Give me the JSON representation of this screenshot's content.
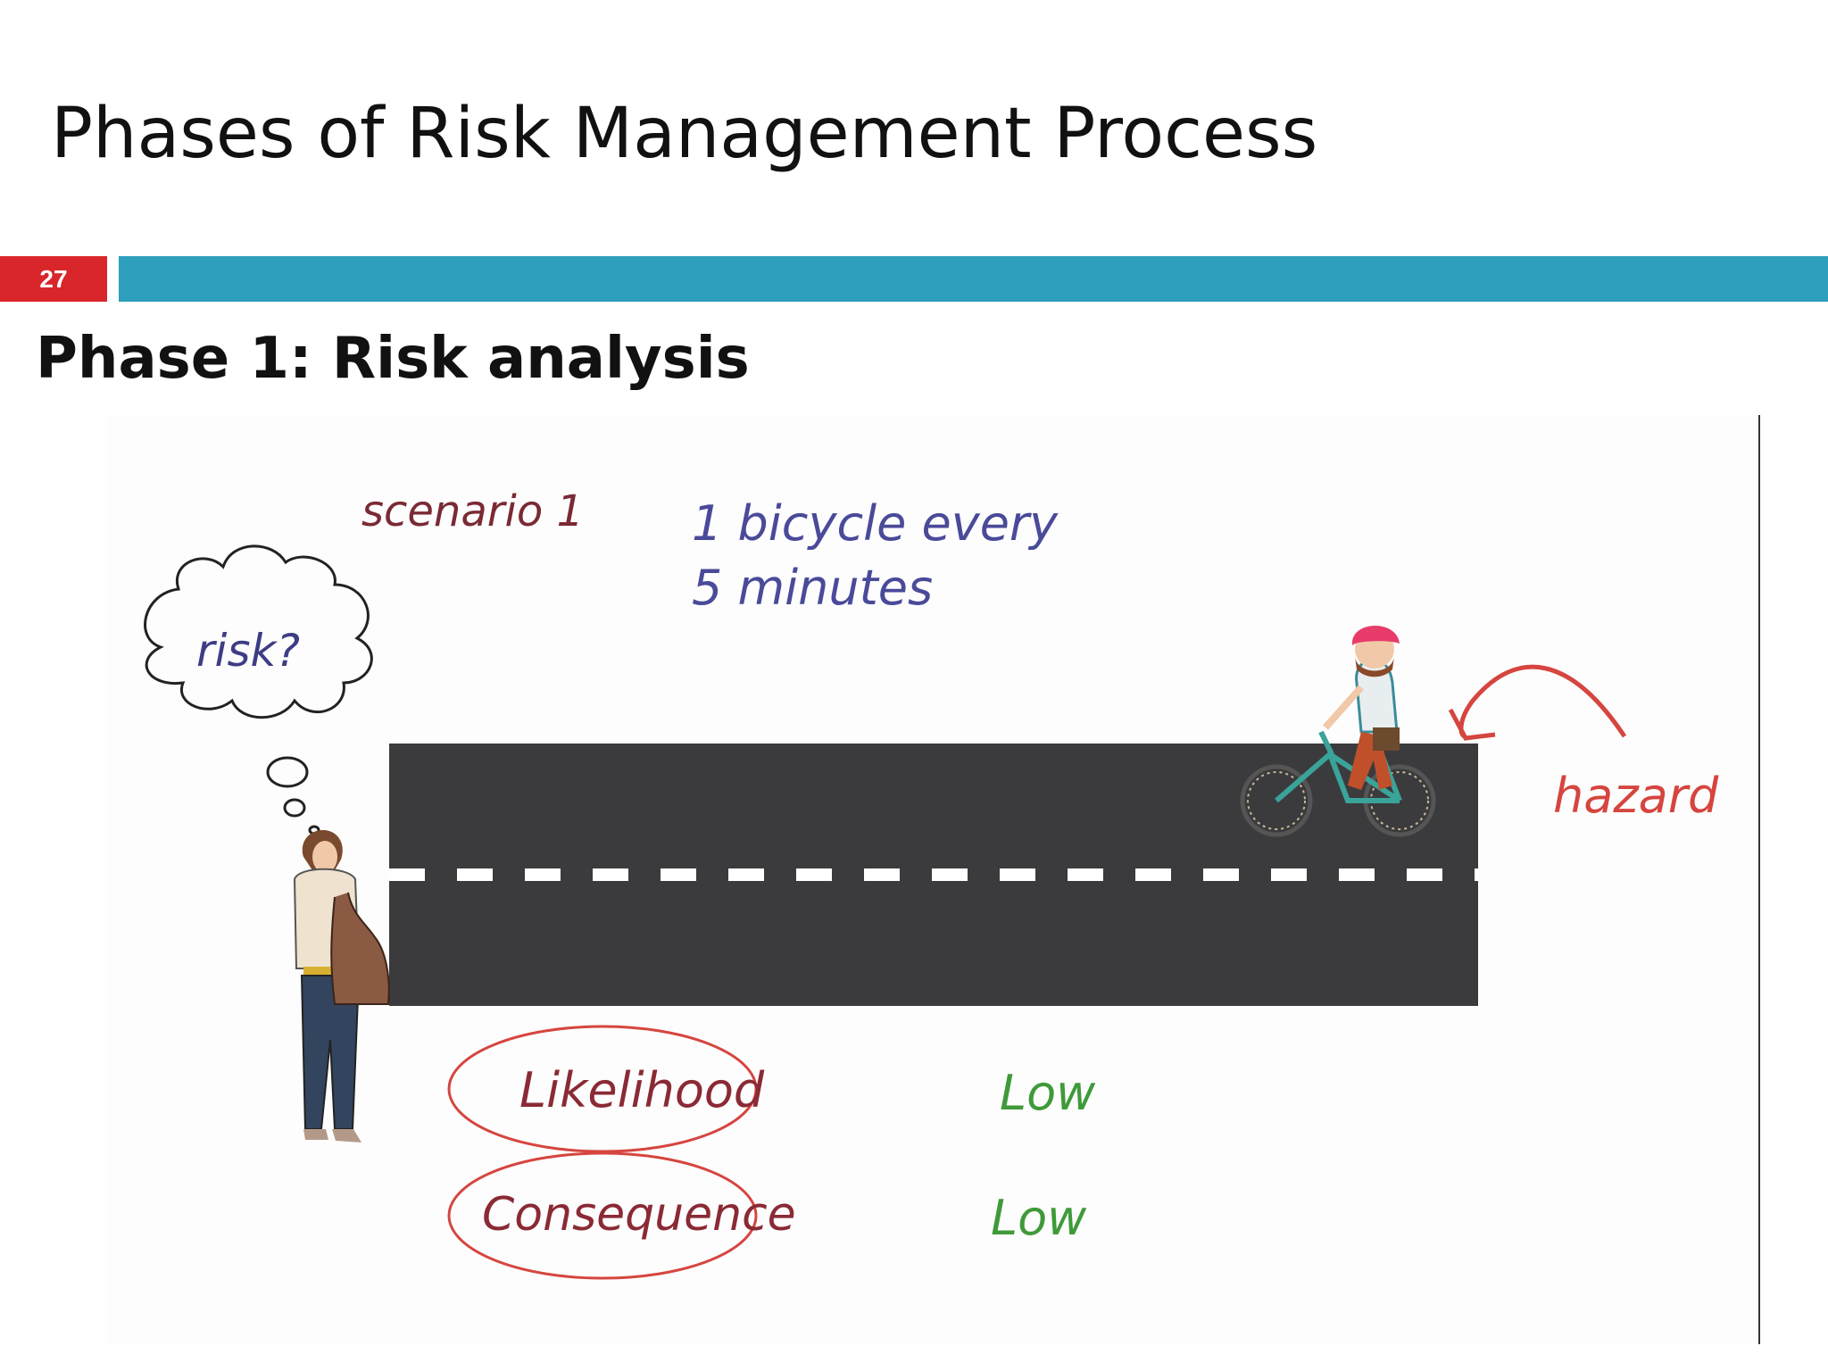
{
  "slide": {
    "title": "Phases of Risk Management Process",
    "number": "27",
    "subtitle": "Phase 1: Risk analysis"
  },
  "illustration": {
    "scenario": "scenario 1",
    "frequency_line1": "1 bicycle every",
    "frequency_line2": "5 minutes",
    "thought": "risk?",
    "hazard": "hazard",
    "likelihood_label": "Likelihood",
    "likelihood_value": "Low",
    "consequence_label": "Consequence",
    "consequence_value": "Low"
  },
  "colors": {
    "accent_bar": "#2e9fbc",
    "slide_number_bg": "#d9262b",
    "road": "#3b3b3d",
    "hazard_red": "#d6453f",
    "low_green": "#3f9a3a"
  }
}
